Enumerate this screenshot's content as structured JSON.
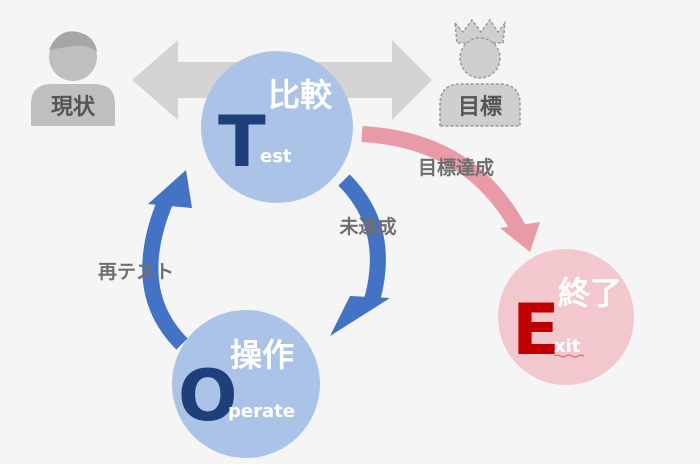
{
  "current_state": {
    "label": "現状"
  },
  "goal_state": {
    "label": "目標"
  },
  "test_node": {
    "title": "比較",
    "letter": "T",
    "word": "est"
  },
  "operate_node": {
    "title": "操作",
    "letter": "O",
    "word": "perate"
  },
  "exit_node": {
    "title": "終了",
    "letter": "E",
    "word": "xit"
  },
  "arrows": {
    "test_to_operate": "未達成",
    "operate_to_test": "再テスト",
    "test_to_exit": "目標達成"
  },
  "colors": {
    "node_blue": "#a9c3e6",
    "node_pink": "#f2c6cd",
    "arrow_blue": "#4472c4",
    "arrow_pink": "#e89aa7",
    "letter_blue": "#1f3f7a",
    "letter_red": "#c00000",
    "gray_arrow": "#d3d3d3",
    "person_gray": "#bfbfbf"
  }
}
